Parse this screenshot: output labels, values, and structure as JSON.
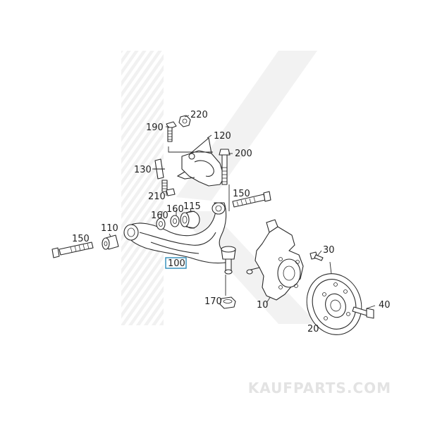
{
  "diagram": {
    "callouts": [
      {
        "id": "220",
        "label": "220"
      },
      {
        "id": "190",
        "label": "190"
      },
      {
        "id": "120",
        "label": "120"
      },
      {
        "id": "200",
        "label": "200"
      },
      {
        "id": "130",
        "label": "130"
      },
      {
        "id": "210",
        "label": "210"
      },
      {
        "id": "150a",
        "label": "150"
      },
      {
        "id": "160a",
        "label": "160"
      },
      {
        "id": "115",
        "label": "115"
      },
      {
        "id": "160b",
        "label": "160"
      },
      {
        "id": "110",
        "label": "110"
      },
      {
        "id": "150b",
        "label": "150"
      },
      {
        "id": "100",
        "label": "100",
        "highlighted": true
      },
      {
        "id": "30",
        "label": "30"
      },
      {
        "id": "170",
        "label": "170"
      },
      {
        "id": "10",
        "label": "10"
      },
      {
        "id": "40",
        "label": "40"
      },
      {
        "id": "20",
        "label": "20"
      }
    ],
    "highlight_color": "#2a8ab8",
    "line_color": "#2a2a2a"
  },
  "watermark": {
    "text": "KAUFPARTS.COM",
    "color": "#e3e3e3"
  }
}
